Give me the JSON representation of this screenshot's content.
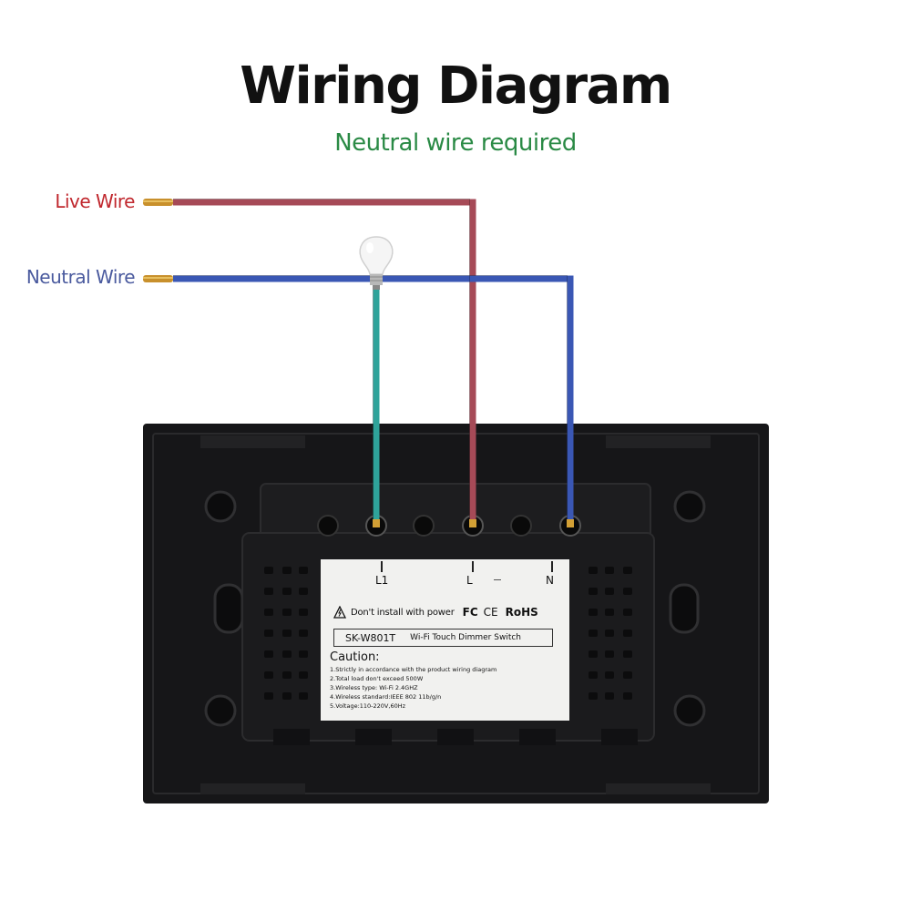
{
  "title": "Wiring Diagram",
  "subtitle": "Neutral wire required",
  "wires": {
    "live": {
      "label": "Live Wire",
      "color": "#a64a57"
    },
    "neutral": {
      "label": "Neutral Wire",
      "color": "#3a57b4"
    },
    "load": {
      "color": "#2fa39a"
    }
  },
  "colors": {
    "live_label": "#c0272d",
    "neutral_label": "#4a5a9e",
    "subtitle": "#2a8a45",
    "device_body": "#161618"
  },
  "terminals": [
    "L1",
    "L",
    "N"
  ],
  "device_label": {
    "warning": "Don't install with power",
    "certifications": [
      "FC",
      "CE",
      "RoHS"
    ],
    "model": "SK-W801T",
    "product_name": "Wi-Fi Touch Dimmer Switch",
    "caution_title": "Caution:",
    "caution_items": [
      "1.Strictly in accordance with the product wiring diagram",
      "2.Total load don't exceed 500W",
      "3.Wireless type: Wi-Fi 2.4GHZ",
      "4.Wireless standard:IEEE 802 11b/g/n",
      "5.Voltage:110-220V,60Hz"
    ]
  }
}
